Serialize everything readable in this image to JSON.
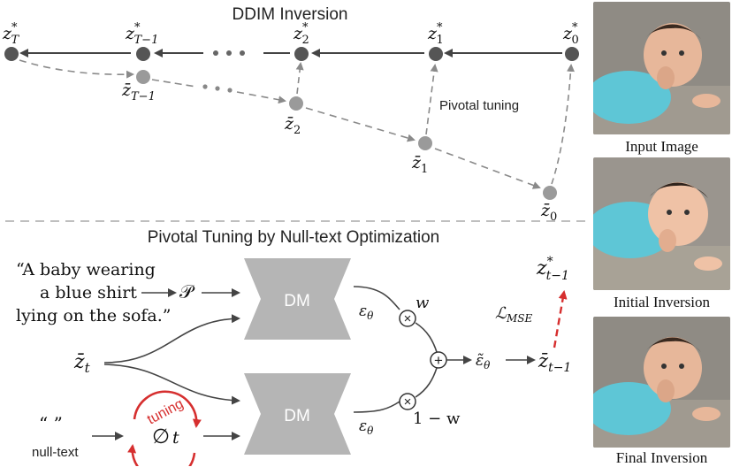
{
  "titles": {
    "top": "DDIM Inversion",
    "bottom": "Pivotal Tuning by Null-text Optimization"
  },
  "inversion": {
    "star_labels": [
      "z*_T",
      "z*_{T-1}",
      "z*_2",
      "z*_1",
      "z*_0"
    ],
    "bar_labels": [
      "z̄_{T-1}",
      "z̄_2",
      "z̄_1",
      "z̄_0"
    ],
    "pivotal_label": "Pivotal tuning",
    "node_color_dark": "#555555",
    "node_color_light": "#9a9a9a"
  },
  "optimization": {
    "prompt_text": [
      "“A baby wearing",
      "a blue shirt",
      "lying on the sofa.”"
    ],
    "p_symbol": "𝒫",
    "dm_label": "DM",
    "eps_label": "εθ",
    "zt_label": "z̄t",
    "w_label": "w",
    "one_minus_w": "1 − w",
    "eps_tilde": "ε̃θ",
    "z_tm1": "z̄t−1",
    "z_star_tm1": "z*t−1",
    "loss": "ℒMSE",
    "null_quotes": "“ ”",
    "null_text": "null-text",
    "tuning": "tuning",
    "phi_t": "∅ t",
    "accent_red": "#d62f2f"
  },
  "photos": {
    "captions": [
      "Input Image",
      "Initial Inversion",
      "Final Inversion"
    ],
    "shirt_color": "#5ec6d6",
    "sofa_color": "#8f8b84"
  }
}
